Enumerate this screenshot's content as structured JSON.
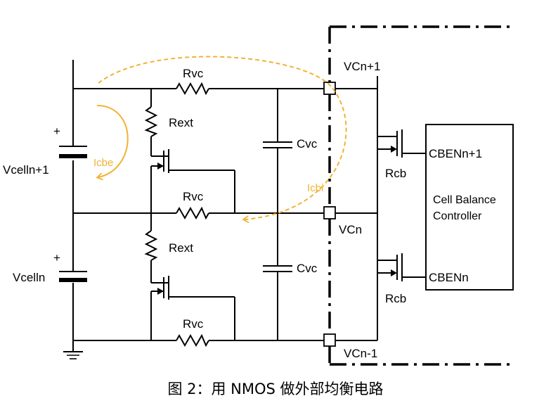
{
  "colors": {
    "wire": "#000000",
    "current": "#f2b234",
    "background": "#ffffff"
  },
  "labels": {
    "rvc_top": "Rvc",
    "rvc_mid": "Rvc",
    "rvc_bot": "Rvc",
    "rext_top": "Rext",
    "rext_bot": "Rext",
    "cvc_top": "Cvc",
    "cvc_bot": "Cvc",
    "vcn_plus1": "VCn+1",
    "vcn": "VCn",
    "vcn_minus1": "VCn-1",
    "rcb_top": "Rcb",
    "rcb_bot": "Rcb",
    "cben_plus1": "CBENn+1",
    "cben_n": "CBENn",
    "controller_line1": "Cell Balance",
    "controller_line2": "Controller",
    "vcell_plus1": "Vcelln+1",
    "vcell_n": "Vcelln",
    "plus_top": "+",
    "plus_bot": "+",
    "icbe": "Icbe",
    "icbi": "Icbi"
  },
  "caption": "图 2：用 NMOS 做外部均衡电路"
}
